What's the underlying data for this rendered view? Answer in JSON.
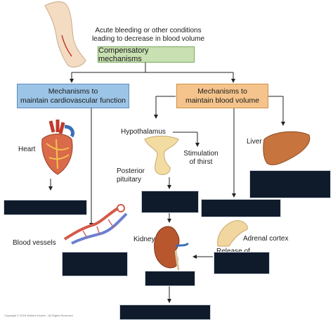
{
  "top": {
    "caption_line1": "Acute bleeding or other conditions",
    "caption_line2": "leading to decrease in blood volume",
    "compensatory_label": "Compensatory mechanisms"
  },
  "branches": {
    "cardio_line1": "Mechanisms to",
    "cardio_line2": "maintain cardiovascular function",
    "volume_line1": "Mechanisms to",
    "volume_line2": "maintain blood volume"
  },
  "organs": {
    "heart": "Heart",
    "blood_vessels": "Blood vessels",
    "hypothalamus": "Hypothalamus",
    "thirst_line1": "Stimulation",
    "thirst_line2": "of thirst",
    "posterior_line1": "Posterior",
    "posterior_line2": "pituitary",
    "liver": "Liver",
    "kidney": "Kidney",
    "adrenal": "Adrenal cortex",
    "release_partial": "Release of"
  },
  "copyright": "Copyright © 2015 Wolters Kluwer - All Rights Reserved",
  "colors": {
    "green_box": "#c8e0b2",
    "blue_box": "#9cc4e6",
    "orange_box": "#f4c48c",
    "blank_box": "#0f1b2b"
  }
}
